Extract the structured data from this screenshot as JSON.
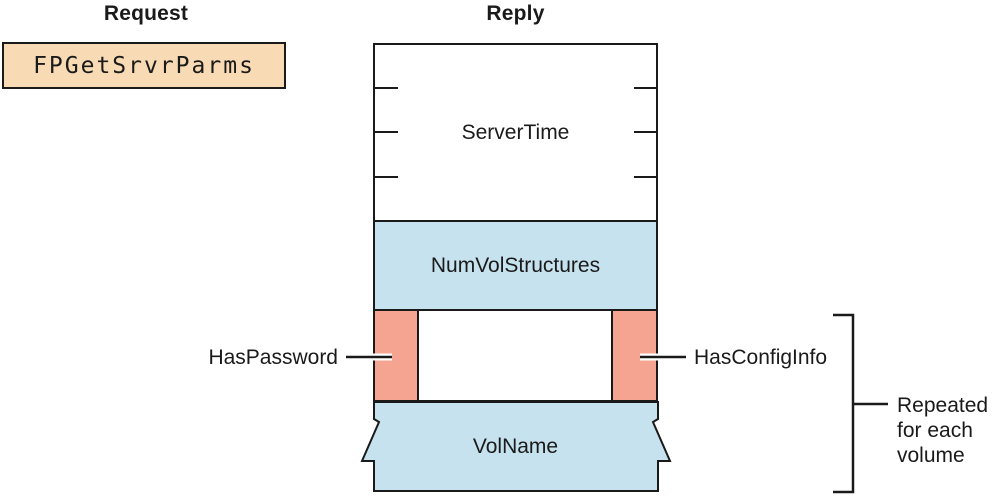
{
  "colors": {
    "tan": "#F8DBB4",
    "blue": "#C6E2EF",
    "salmon": "#F4A490",
    "line": "#1A1A1A",
    "bg": "#FFFFFF"
  },
  "request": {
    "header": "Request",
    "command": "FPGetSrvrParms"
  },
  "reply": {
    "header": "Reply",
    "server_time": "ServerTime",
    "num_vol_structures": "NumVolStructures",
    "has_password": "HasPassword",
    "has_config_info": "HasConfigInfo",
    "vol_name": "VolName",
    "repeat_note_lines": [
      "Repeated",
      "for each",
      "volume"
    ]
  }
}
